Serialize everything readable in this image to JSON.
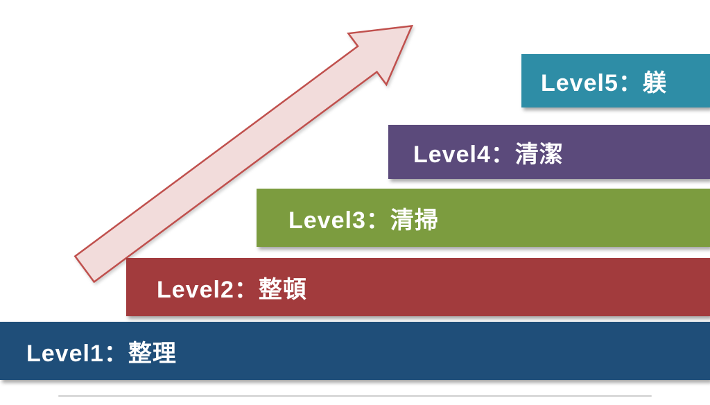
{
  "diagram": {
    "title": "5S Levels step diagram",
    "levels": [
      {
        "id": 1,
        "label": "Level1：整理",
        "color": "#1F4E79"
      },
      {
        "id": 2,
        "label": "Level2：整頓",
        "color": "#A23B3D"
      },
      {
        "id": 3,
        "label": "Level3：清掃",
        "color": "#7C9C3F"
      },
      {
        "id": 4,
        "label": "Level4：清潔",
        "color": "#5B4A7B"
      },
      {
        "id": 5,
        "label": "Level5：躾",
        "color": "#2E8DA6"
      }
    ],
    "arrow": {
      "meaning": "upward-growth-arrow",
      "fill": "#F2DCDB",
      "stroke": "#C0504D"
    }
  }
}
